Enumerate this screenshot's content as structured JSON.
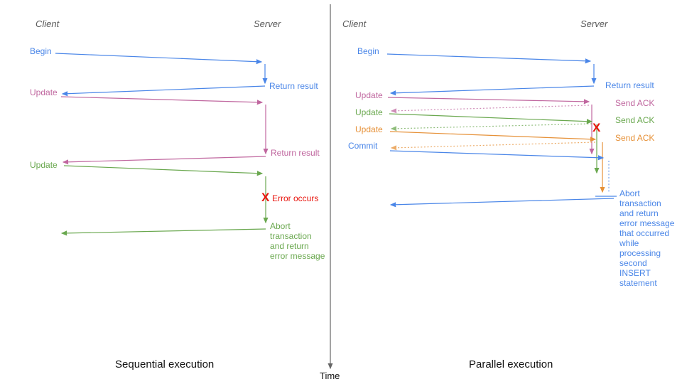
{
  "left_panel": {
    "client_header": "Client",
    "server_header": "Server",
    "caption": "Sequential execution",
    "messages": {
      "begin": "Begin",
      "return_result_1": "Return result",
      "update_1": "Update",
      "return_result_2": "Return result",
      "update_2": "Update",
      "error_icon": "X",
      "error_label": "Error occurs",
      "abort_label": "Abort\ntransaction\nand return\nerror message"
    }
  },
  "right_panel": {
    "client_header": "Client",
    "server_header": "Server",
    "caption": "Parallel execution",
    "messages": {
      "begin": "Begin",
      "return_result": "Return result",
      "update_1": "Update",
      "send_ack_1": "Send ACK",
      "update_2": "Update",
      "send_ack_2": "Send ACK",
      "update_3": "Update",
      "send_ack_3": "Send ACK",
      "commit": "Commit",
      "error_icon": "X",
      "abort_label": "Abort\ntransaction\nand return\nerror message\nthat occurred\nwhile\nprocessing\nsecond\nINSERT\nstatement"
    }
  },
  "time_axis": {
    "label": "Time"
  },
  "colors": {
    "blue": "#4a86e8",
    "pink": "#c0679f",
    "green": "#6aa84f",
    "orange": "#e69138",
    "red": "#e8140c",
    "header_gray": "#595959",
    "axis_gray": "#666666"
  }
}
